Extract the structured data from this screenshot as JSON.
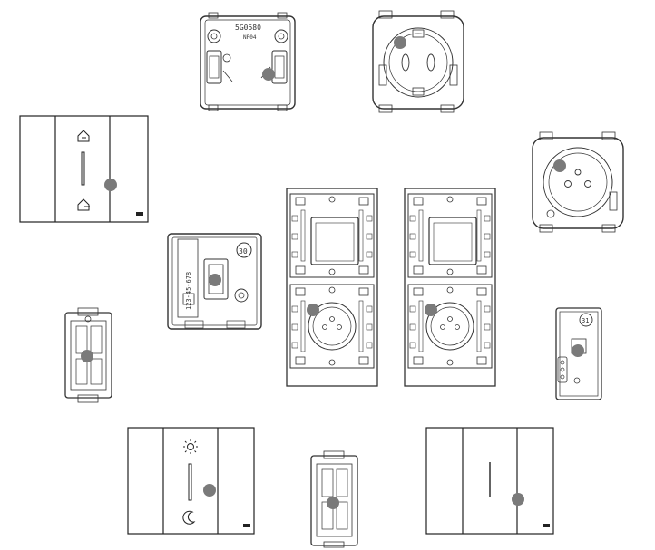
{
  "parts": [
    {
      "id": "wiring-module-top",
      "type": "wiring-module",
      "marking_main": "5G0580",
      "marking_sub": "NP04"
    },
    {
      "id": "socket-schuko",
      "type": "socket-outlet"
    },
    {
      "id": "switch-cover-left",
      "type": "switch-cover",
      "icons": [
        "home-in-icon",
        "home-out-icon"
      ]
    },
    {
      "id": "socket-french-right",
      "type": "socket-outlet"
    },
    {
      "id": "connected-module",
      "type": "connected-module",
      "badge": "30",
      "code": "123-45-678"
    },
    {
      "id": "double-frame-left",
      "type": "frame-assembly"
    },
    {
      "id": "double-frame-right",
      "type": "frame-assembly"
    },
    {
      "id": "narrow-mechanism-left",
      "type": "mechanism"
    },
    {
      "id": "narrow-module-right",
      "type": "module",
      "badge": "31"
    },
    {
      "id": "switch-cover-day-night",
      "type": "switch-cover",
      "icons": [
        "sun-icon",
        "moon-icon"
      ]
    },
    {
      "id": "narrow-mechanism-bottom",
      "type": "mechanism"
    },
    {
      "id": "switch-cover-plain",
      "type": "switch-cover",
      "icons": []
    }
  ],
  "style": {
    "line_color": "#333333",
    "marker_color": "#7a7a7a",
    "background": "#ffffff"
  }
}
